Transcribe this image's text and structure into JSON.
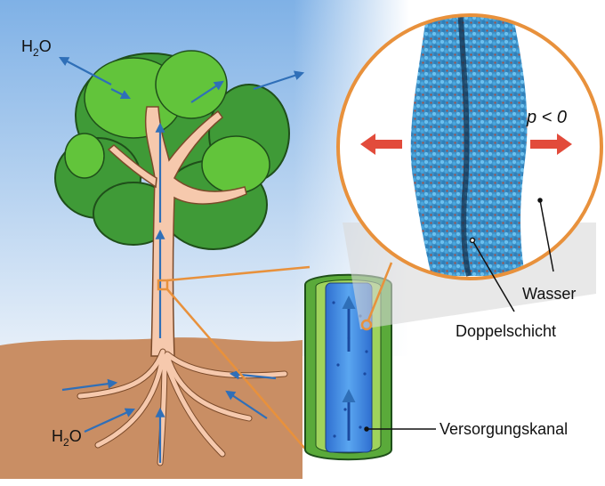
{
  "labels": {
    "h2o_top": "H2O",
    "h2o_bottom": "H2O",
    "pressure": "p < 0",
    "water": "Wasser",
    "bilayer": "Doppelschicht",
    "vessel": "Versorgungskanal"
  },
  "colors": {
    "sky_top": "#7fb1e6",
    "sky_bottom": "#e3edf8",
    "soil": "#c98e64",
    "leaf_dark": "#3f9a37",
    "leaf_light": "#62c43b",
    "trunk": "#f6c9ad",
    "water_arrow": "#2f6fb8",
    "orange_frame": "#e8913c",
    "red_arrow": "#e24b3b",
    "vessel_green": "#5aaa3a",
    "vessel_blue": "#3f87e0",
    "membrane_blue": "#4fa3d8"
  }
}
